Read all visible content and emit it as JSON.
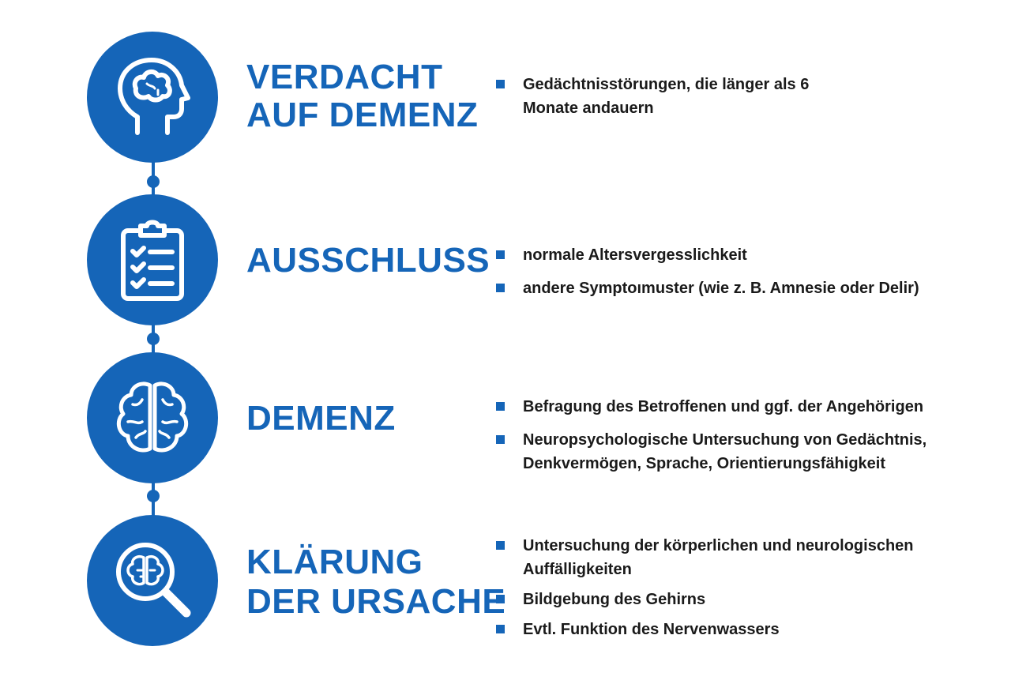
{
  "colors": {
    "accent": "#1565b8",
    "text": "#1a1a1a",
    "background": "#ffffff"
  },
  "steps": [
    {
      "icon": "head-brain-icon",
      "title_line1": "VERDACHT",
      "title_line2": "AUF DEMENZ",
      "bullets": [
        "Gedächtnisstörungen, die länger als 6 Monate andauern"
      ]
    },
    {
      "icon": "clipboard-checklist-icon",
      "title_line1": "AUSSCHLUSS",
      "title_line2": "",
      "bullets": [
        "normale Altersvergesslichkeit",
        "andere Symptoımuster (wie z. B. Amnesie oder Delir)"
      ]
    },
    {
      "icon": "brain-icon",
      "title_line1": "DEMENZ",
      "title_line2": "",
      "bullets": [
        "Befragung des Betroffenen und ggf. der Angehörigen",
        "Neuropsychologische Untersuchung von Gedächtnis, Denkvermögen, Sprache, Orientierungsfähigkeit"
      ]
    },
    {
      "icon": "magnifier-brain-icon",
      "title_line1": "KLÄRUNG",
      "title_line2": "DER URSACHE",
      "bullets": [
        "Untersuchung der körperlichen und neurologischen Auffälligkeiten",
        "Bildgebung des Gehirns",
        "Evtl. Funktion des Nervenwassers"
      ]
    }
  ]
}
